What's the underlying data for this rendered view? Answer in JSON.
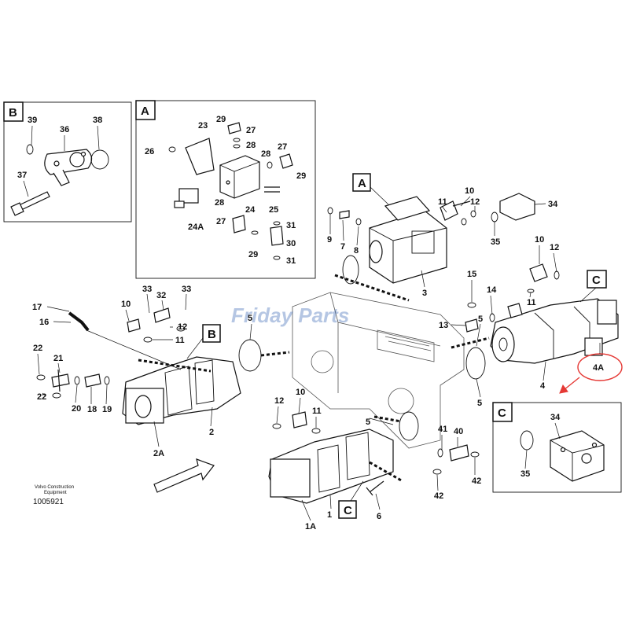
{
  "document": {
    "publisher_line1": "Volvo Construction",
    "publisher_line2": "Equipment",
    "number": "1005921"
  },
  "watermark": "Friday Parts",
  "insets": {
    "B": {
      "letter": "B",
      "labels": [
        "39",
        "36",
        "38",
        "37"
      ]
    },
    "A": {
      "letter": "A",
      "labels": [
        "29",
        "23",
        "27",
        "28",
        "26",
        "28",
        "27",
        "29",
        "24",
        "25",
        "24A",
        "28",
        "27",
        "31",
        "30",
        "29",
        "31"
      ]
    },
    "C": {
      "letter": "C",
      "labels": [
        "34",
        "35"
      ]
    }
  },
  "callouts": {
    "A": "A",
    "B": "B",
    "C_top": "C",
    "C_bottom": "C"
  },
  "highlight": {
    "label": "4A",
    "color": "#e53935"
  },
  "main_labels": {
    "l11a": "11",
    "l10a": "10",
    "l12a": "12",
    "l34": "34",
    "l9": "9",
    "l7": "7",
    "l8": "8",
    "l35": "35",
    "l3": "3",
    "l10b": "10",
    "l12b": "12",
    "l11b": "11",
    "l15": "15",
    "l14": "14",
    "l13": "13",
    "l5a": "5",
    "l4": "4",
    "l5b": "5",
    "l17": "17",
    "l16": "16",
    "l33a": "33",
    "l32": "32",
    "l33b": "33",
    "l10c": "10",
    "l12c": "12",
    "l11c": "11",
    "l5c": "5",
    "l22a": "22",
    "l21": "21",
    "l22b": "22",
    "l20": "20",
    "l18": "18",
    "l19": "19",
    "l2": "2",
    "l2A": "2A",
    "l10d": "10",
    "l12d": "12",
    "l11d": "11",
    "l5d": "5",
    "l41": "41",
    "l40": "40",
    "l42a": "42",
    "l42b": "42",
    "l1": "1",
    "l1A": "1A",
    "l6": "6"
  }
}
